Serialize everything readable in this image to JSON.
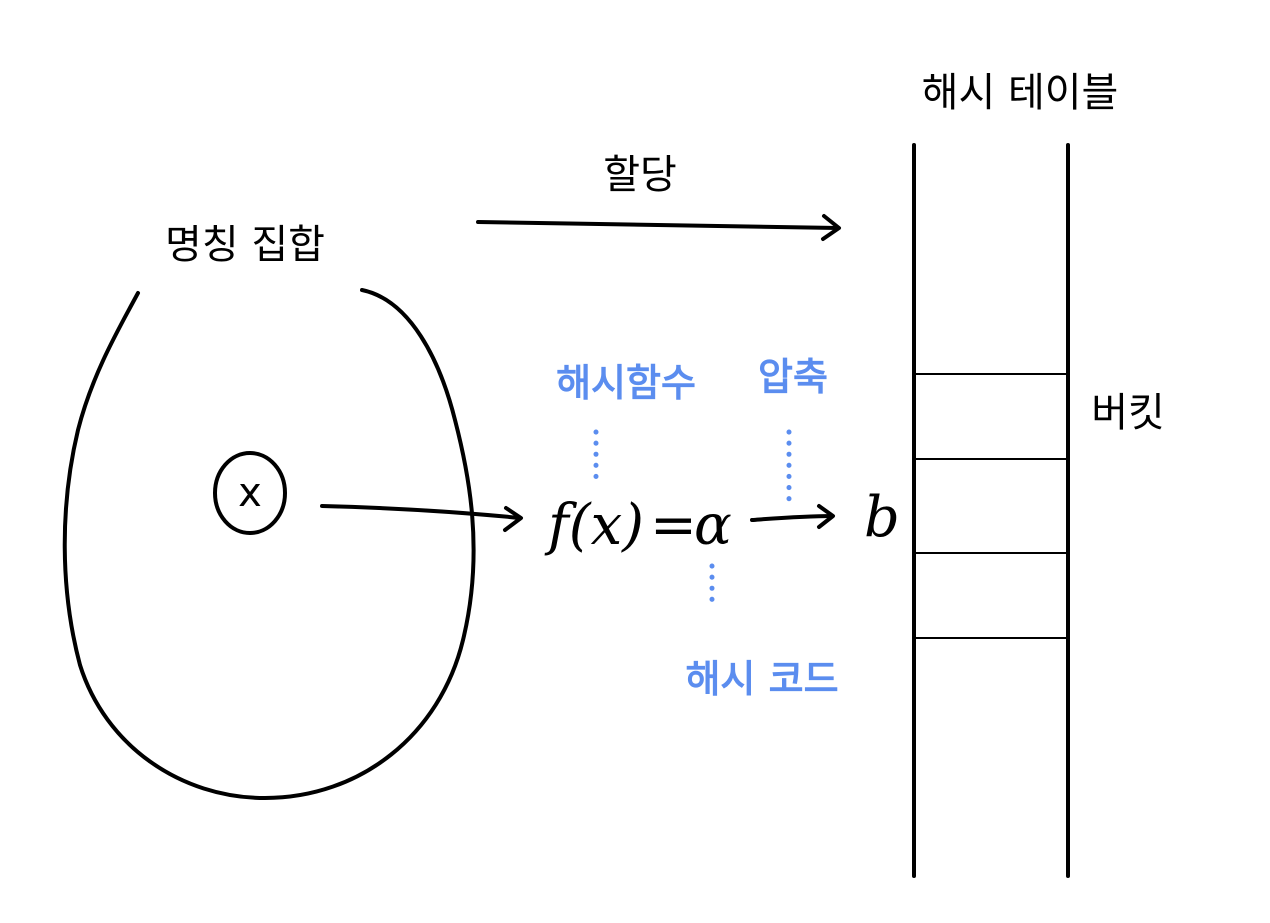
{
  "labels": {
    "name_set": "명칭 집합",
    "assign": "할당",
    "hash_table": "해시 테이블",
    "bucket": "버킷",
    "hash_function": "해시함수",
    "compression": "압축",
    "hash_code": "해시 코드"
  },
  "formula": {
    "element": "x",
    "function_expr": "f(x)",
    "equals": "=",
    "alpha": "α",
    "bucket_index": "b"
  },
  "colors": {
    "ink": "#000000",
    "annotation": "#5b8def",
    "background": "#ffffff"
  }
}
